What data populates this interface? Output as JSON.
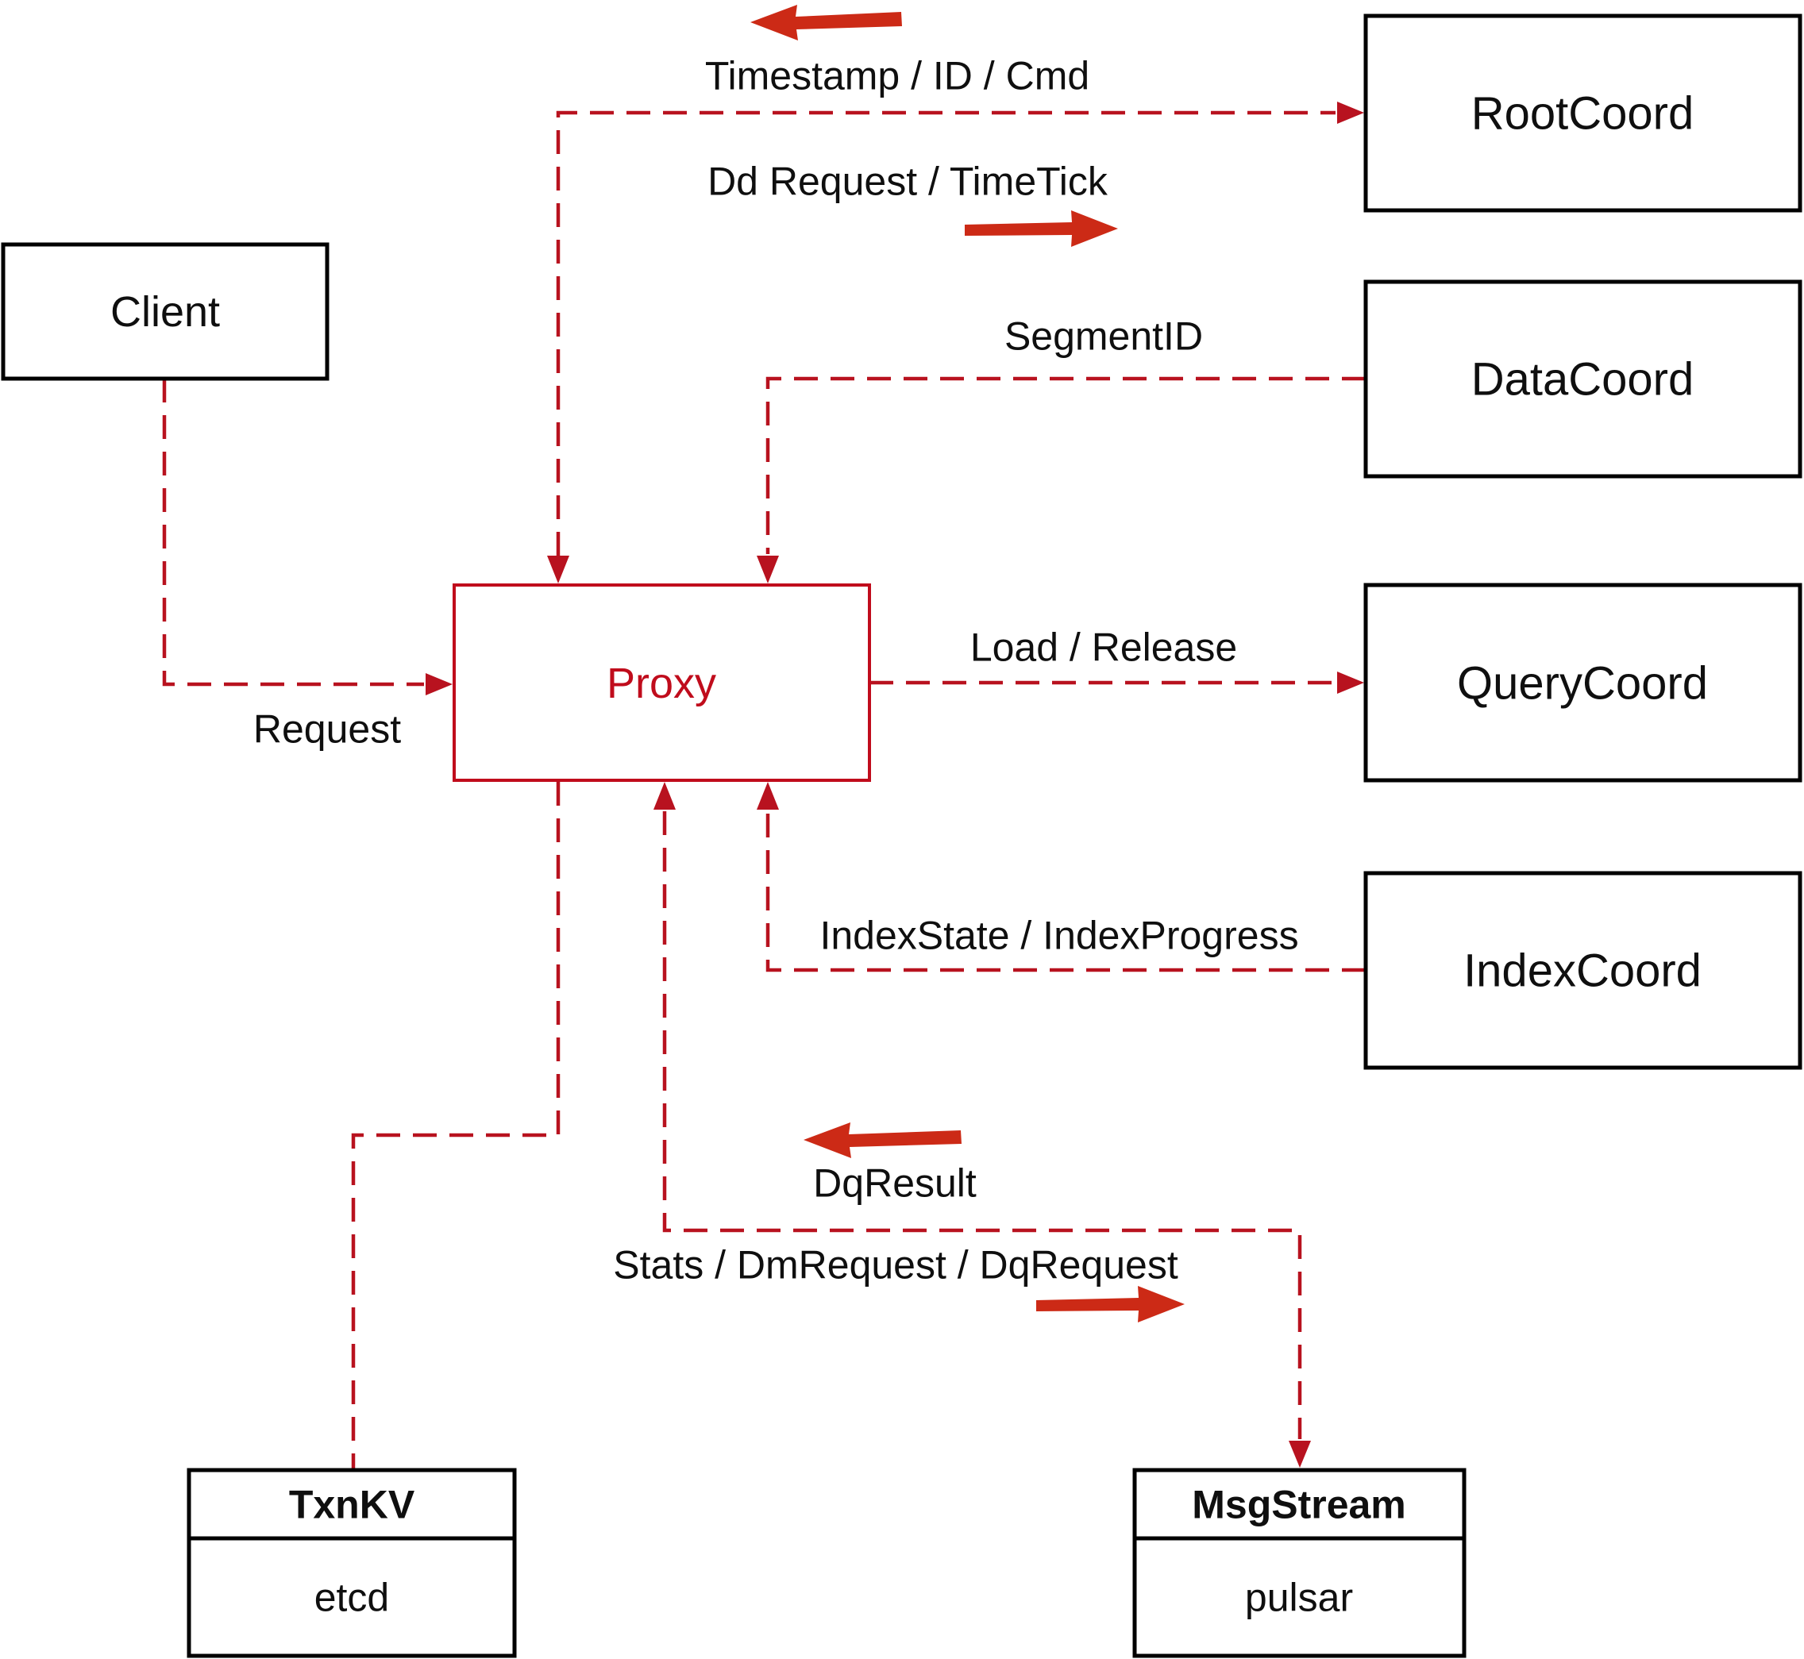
{
  "diagram": {
    "nodes": {
      "client": {
        "label": "Client"
      },
      "proxy": {
        "label": "Proxy"
      },
      "root_coord": {
        "label": "RootCoord"
      },
      "data_coord": {
        "label": "DataCoord"
      },
      "query_coord": {
        "label": "QueryCoord"
      },
      "index_coord": {
        "label": "IndexCoord"
      },
      "txn_kv": {
        "title": "TxnKV",
        "engine": "etcd"
      },
      "msg_stream": {
        "title": "MsgStream",
        "engine": "pulsar"
      }
    },
    "edge_labels": {
      "timestamp_id_cmd": "Timestamp / ID / Cmd",
      "dd_request_timetick": "Dd Request / TimeTick",
      "segment_id": "SegmentID",
      "request": "Request",
      "load_release": "Load / Release",
      "index_state": "IndexState / IndexProgress",
      "dq_result": "DqResult",
      "stats_dm_dq": "Stats / DmRequest / DqRequest"
    },
    "colors": {
      "connector": "#b8121f",
      "label_arrow": "#cc2a16",
      "proxy_accent": "#c00c1c",
      "node_border": "#000000",
      "text": "#0f0f0f",
      "background": "#ffffff"
    }
  }
}
